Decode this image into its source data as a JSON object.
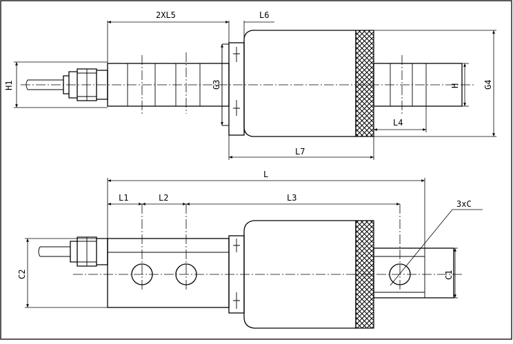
{
  "labels": {
    "top_2xl5": "2XL5",
    "top_l6": "L6",
    "top_h1": "H1",
    "top_g3": "G3",
    "top_h": "H",
    "top_g4": "G4",
    "top_l4": "L4",
    "top_l7": "L7",
    "bot_l": "L",
    "bot_l1": "L1",
    "bot_l2": "L2",
    "bot_l3": "L3",
    "bot_3xc": "3xC",
    "bot_c2": "C2",
    "bot_c1": "C1"
  },
  "colors": {
    "line": "#000000",
    "background": "#ffffff"
  }
}
